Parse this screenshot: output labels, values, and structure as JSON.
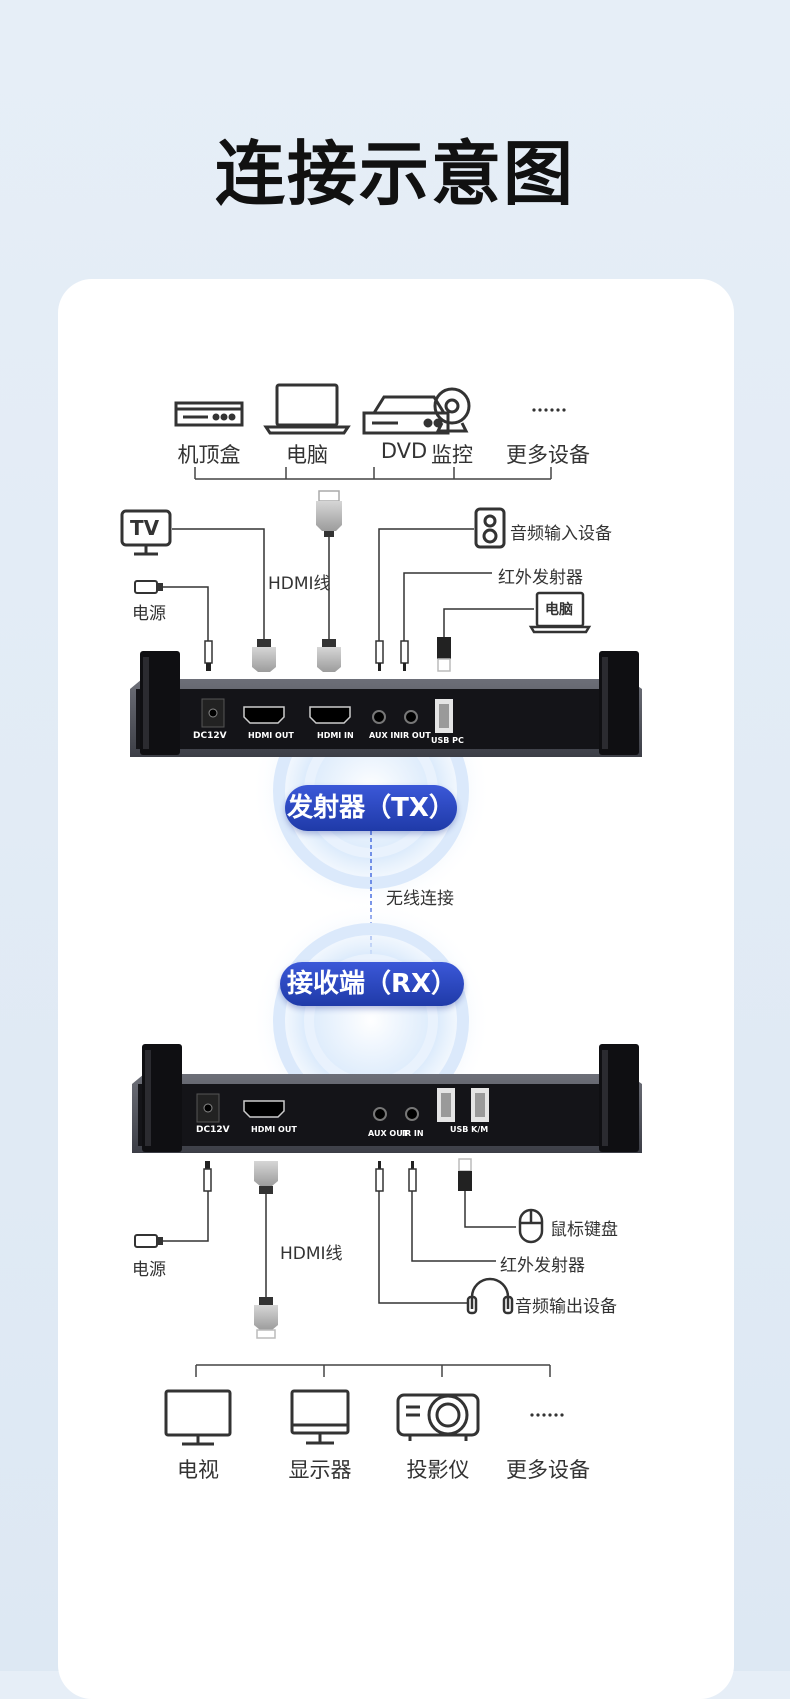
{
  "title": "连接示意图",
  "tx": {
    "badge": "发射器（TX）",
    "sources": [
      "机顶盒",
      "电脑",
      "DVD",
      "监控",
      "更多设备"
    ],
    "tv_icon_text": "TV",
    "power": "电源",
    "hdmi_cable": "HDMI线",
    "audio_in": "音频输入设备",
    "ir": "红外发射器",
    "pc_label": "电脑",
    "ports": [
      "DC12V",
      "HDMI OUT",
      "HDMI IN",
      "AUX IN",
      "IR OUT",
      "USB PC"
    ]
  },
  "wireless": "无线连接",
  "rx": {
    "badge": "接收端（RX）",
    "ports": [
      "DC12V",
      "HDMI OUT",
      "AUX OUT",
      "IR IN",
      "USB K/M"
    ],
    "power": "电源",
    "hdmi_cable": "HDMI线",
    "mouse_kb": "鼠标键盘",
    "ir": "红外发射器",
    "audio_out": "音频输出设备",
    "outputs": [
      "电视",
      "显示器",
      "投影仪",
      "更多设备"
    ]
  },
  "colors": {
    "accent": "#2a47c4",
    "line": "#333333",
    "card": "#ffffff"
  }
}
